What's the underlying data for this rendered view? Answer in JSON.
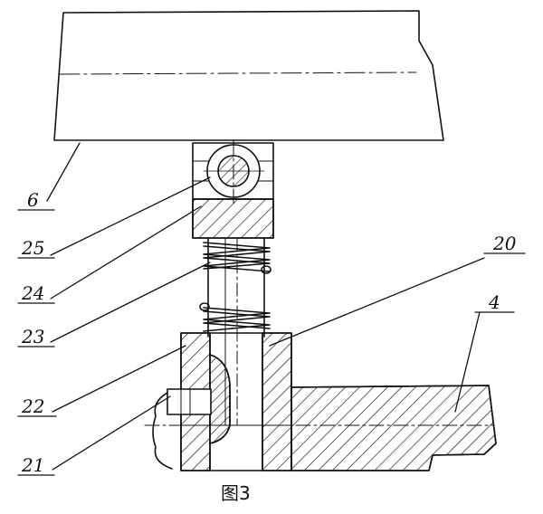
{
  "labels": {
    "part_6": "6",
    "part_25": "25",
    "part_24": "24",
    "part_23": "23",
    "part_22": "22",
    "part_21": "21",
    "part_20": "20",
    "part_4": "4"
  },
  "caption": "图3",
  "colors": {
    "line": "#111111",
    "background": "#ffffff"
  }
}
